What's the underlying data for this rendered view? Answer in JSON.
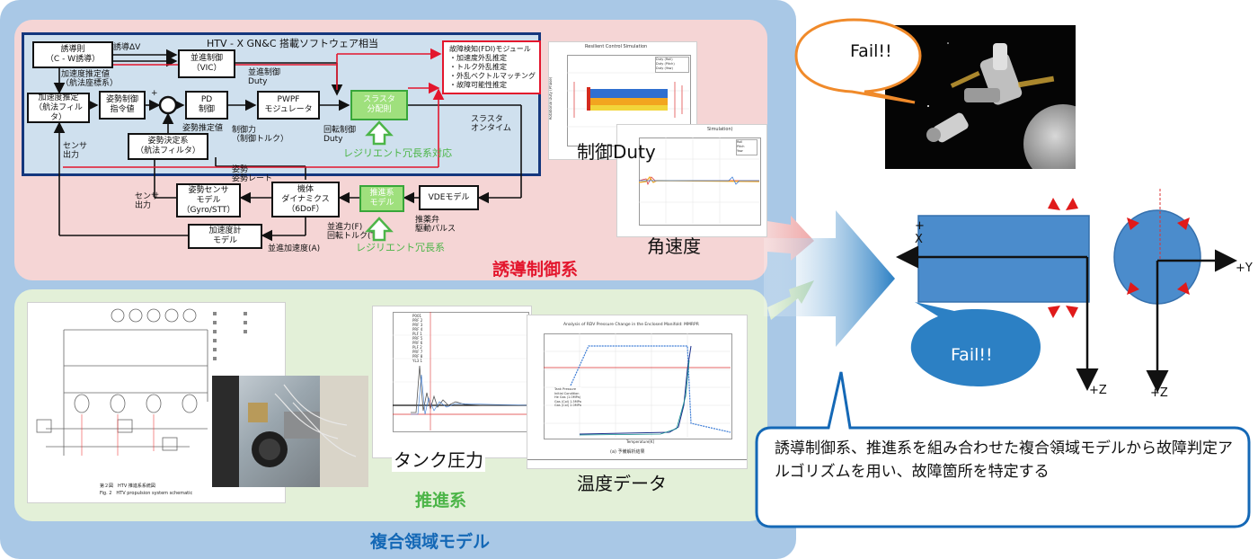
{
  "outer_title": "複合領域モデル",
  "gnc": {
    "section_title": "誘導制御系",
    "software_title": "HTV - X GN&C 搭載ソフトウェア相当",
    "blocks": {
      "guidance": "誘導則\n（C - W誘導）",
      "vic": "並進制御\n（VIC）",
      "accel_est": "加速度推定\n（航法フィルタ）",
      "att_cmd": "姿勢制御\n指令値",
      "pd": "PD\n制御",
      "pwpf": "PWPF\nモジュレータ",
      "thruster_dist": "スラスタ\n分配則",
      "att_det": "姿勢決定系\n（航法フィルタ）",
      "fdi": "故障検知(FDI)モジュール\n・加速度外乱推定\n・トルク外乱推定\n・外乱ベクトルマッチング\n・故障可能性推定",
      "att_sensor": "姿勢センサ\nモデル\n（Gyro/STT）",
      "dynamics": "機体\nダイナミクス\n（6DoF）",
      "prop_model": "推進系\nモデル",
      "vde": "VDEモデル",
      "accel_model": "加速度計\nモデル"
    },
    "labels": {
      "guidance_dv": "誘導ΔV",
      "accel_est_val": "加速度推定値\n（航法座標系）",
      "trans_duty": "並進制御\nDuty",
      "plus": "+",
      "minus": "-",
      "att_est_val": "姿勢推定値",
      "ctrl_force": "制御力\n（制御トルク）",
      "rot_duty": "回転制御\nDuty",
      "thruster_ontime": "スラスタ\nオンタイム",
      "sensor_out": "センサ\n出力",
      "att_rate": "姿勢\n姿勢レート",
      "sensor_out2": "センサ\n出力",
      "thrust_torque": "並進力(F)\n回転トルク(T)",
      "drive_pulse": "推薬弁\n駆動パルス",
      "thrust_accel": "並進加速度(A)",
      "resilient_thruster": "レジリエント冗長系対応",
      "resilient_prop": "レジリエント冗長系"
    },
    "plot_titles": {
      "duty": "制御Duty",
      "rate": "角速度"
    },
    "mini_texts": {
      "duty_title": "Resilient Control Simulation",
      "duty_ylabel": "Rotational Duty (Phase)",
      "duty_legend": [
        "Duty (Roll)",
        "Duty (Pitch)",
        "Duty (Yaw)"
      ],
      "rate_title": "Simulation)",
      "rate_legend": [
        "Roll",
        "Pitch",
        "Yaw"
      ]
    }
  },
  "prop": {
    "section_title": "推進系",
    "tank_label": "タンク圧力",
    "temp_label": "温度データ",
    "schematic_caption1": "第２図　HTV 推進系系統図",
    "schematic_caption2": "Fig. 2　HTV propulsion system schematic",
    "temp_chart_title": "Analysis of RDV Pressure Change in the Enclosed Manifold: MMRPR",
    "temp_legend": [
      "Tank Pressure",
      "Initial Condition",
      "He Gas (1.0MPa)",
      "Gas (Col) 1.5MPa",
      "Gas (Col) 2.0MPa"
    ],
    "temp_caption": "(a) 予備解析結果",
    "temp_xlabel": "Temperature[K]",
    "tank_legend": [
      "P001",
      "PRF 2",
      "PRF 3",
      "PRF 4",
      "PLF 1",
      "PRF 5",
      "PRF 6",
      "PLF 2",
      "PRF 7",
      "PRF 8",
      "YL3 1"
    ]
  },
  "right": {
    "fail_top": "Fail!!",
    "fail_mid": "Fail!!",
    "axes": {
      "x": "+\nX",
      "y": "+Y",
      "z1": "+Z",
      "z2": "+Z"
    },
    "description": "誘導制御系、推進系を組み合わせた複合領域モデルから故障判定アルゴリズムを用い、故障箇所を特定する"
  },
  "colors": {
    "outer_bg": "#a9c8e6",
    "gnc_bg": "#f5d5d5",
    "prop_bg": "#e3f0d8",
    "section_red": "#e3162d",
    "section_green": "#4cb548",
    "title_blue": "#1468b6",
    "sw_border": "#14377d",
    "arrow_blue": "#2c80c4",
    "spacecraft_blue": "#4b8ccc",
    "thruster_red": "#e01a1a"
  }
}
